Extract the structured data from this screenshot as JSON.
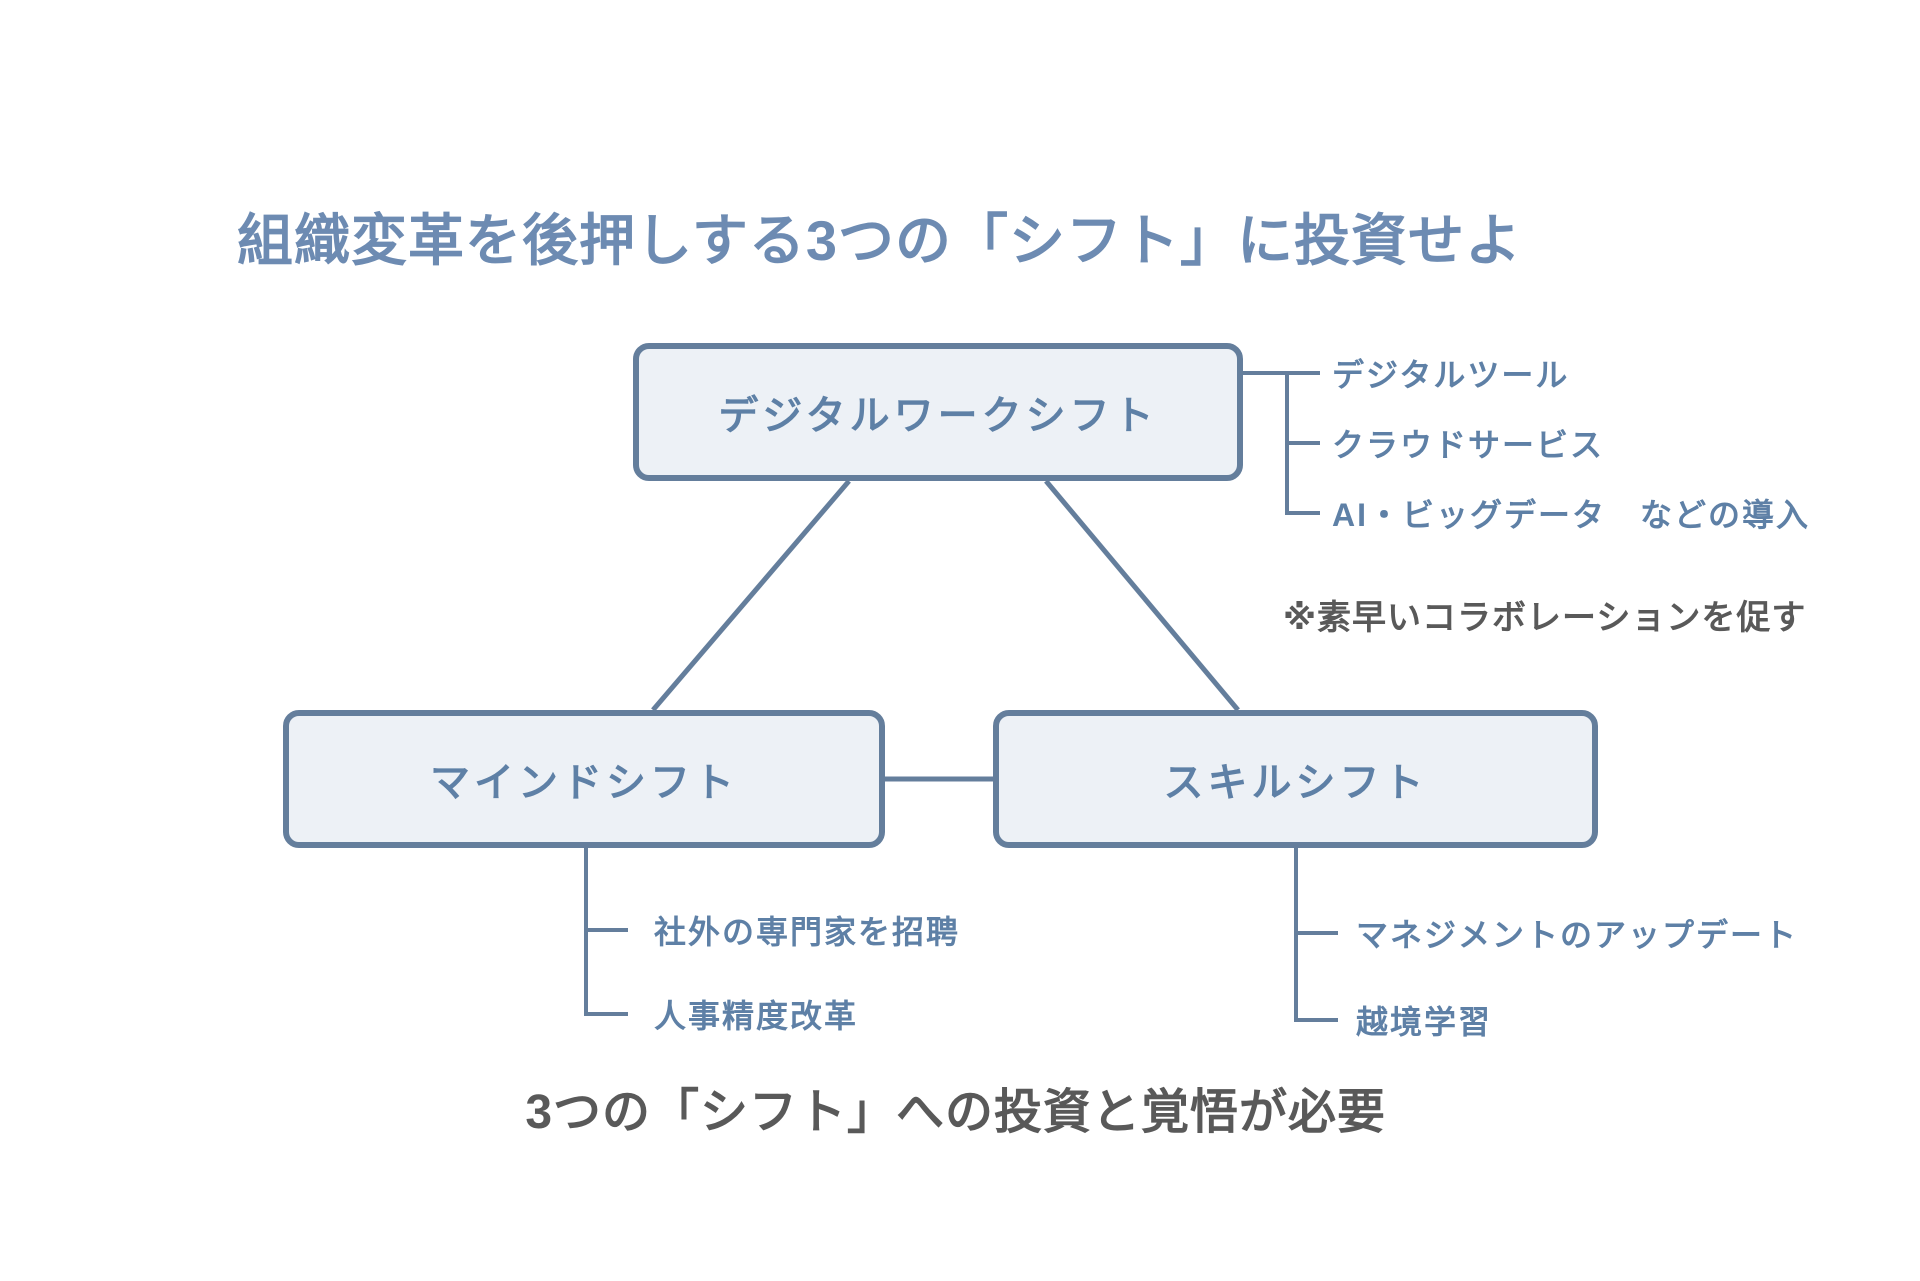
{
  "title": "組織変革を後押しする3つの「シフト」に投資せよ",
  "nodes": {
    "digital_work_shift": {
      "label": "デジタルワークシフト",
      "items": [
        "デジタルツール",
        "クラウドサービス",
        "AI・ビッグデータ　などの導入"
      ]
    },
    "mind_shift": {
      "label": "マインドシフト",
      "items": [
        "社外の専門家を招聘",
        "人事精度改革"
      ]
    },
    "skill_shift": {
      "label": "スキルシフト",
      "items": [
        "マネジメントのアップデート",
        "越境学習"
      ]
    }
  },
  "side_note": "※素早いコラボレーションを促す",
  "caption": "3つの「シフト」への投資と覚悟が必要",
  "colors": {
    "accent_blue_text": "#6d8bb2",
    "node_text": "#5e80a6",
    "node_border": "#647e9c",
    "node_fill": "#edf1f6",
    "dark_gray_text": "#595959",
    "background": "#ffffff"
  }
}
